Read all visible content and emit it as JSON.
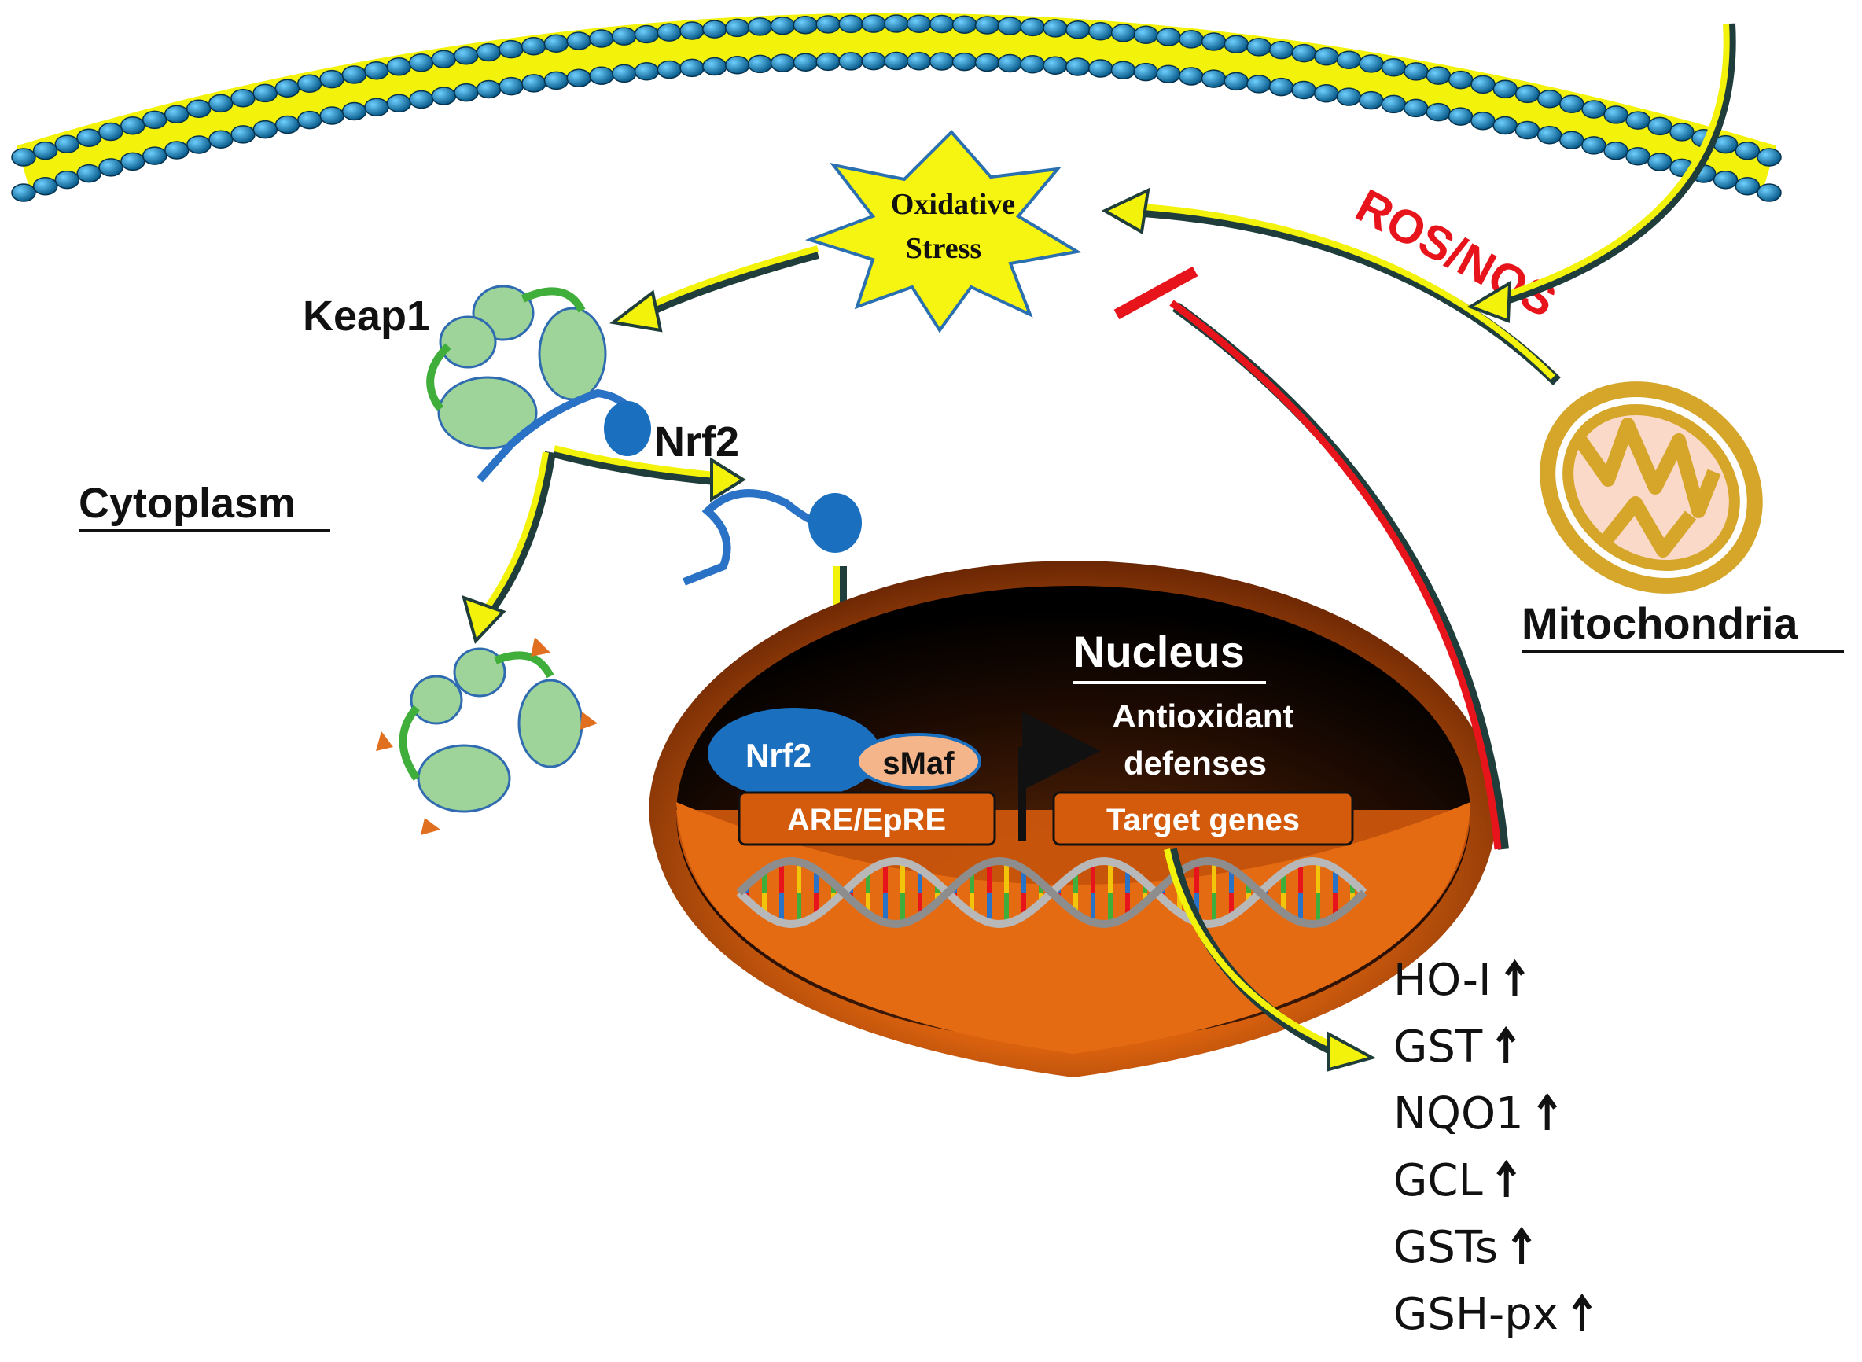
{
  "labels": {
    "oxidative_stress_line1": "Oxidative",
    "oxidative_stress_line2": "Stress",
    "ros_nos": "ROS/NOS",
    "keap1": "Keap1",
    "nrf2_cyto": "Nrf2",
    "cytoplasm": "Cytoplasm",
    "mitochondria": "Mitochondria",
    "nucleus": "Nucleus",
    "nrf2_nuclear": "Nrf2",
    "smaf": "sMaf",
    "are_epre": "ARE/EpRE",
    "antioxidant_line1": "Antioxidant",
    "antioxidant_line2": "defenses",
    "target_genes": "Target genes"
  },
  "genes": [
    {
      "name": "HO-I",
      "color": "#e8141c"
    },
    {
      "name": "GST",
      "color": "#111111"
    },
    {
      "name": "NQO1",
      "color": "#111111"
    },
    {
      "name": "GCL",
      "color": "#111111"
    },
    {
      "name": "GSTs",
      "color": "#111111"
    },
    {
      "name": "GSH-px",
      "color": "#111111"
    }
  ],
  "colors": {
    "membrane_bead": "#1e90c8",
    "membrane_tail": "#f2f20a",
    "keap1": "#9ed39a",
    "nrf2": "#1a6fbf",
    "nucleus": "#e0650f",
    "ros_text": "#e8141c",
    "arrow_yellow": "#f2f20a",
    "inhibit_red": "#e8141c",
    "mito_outer": "#d6a62a"
  }
}
